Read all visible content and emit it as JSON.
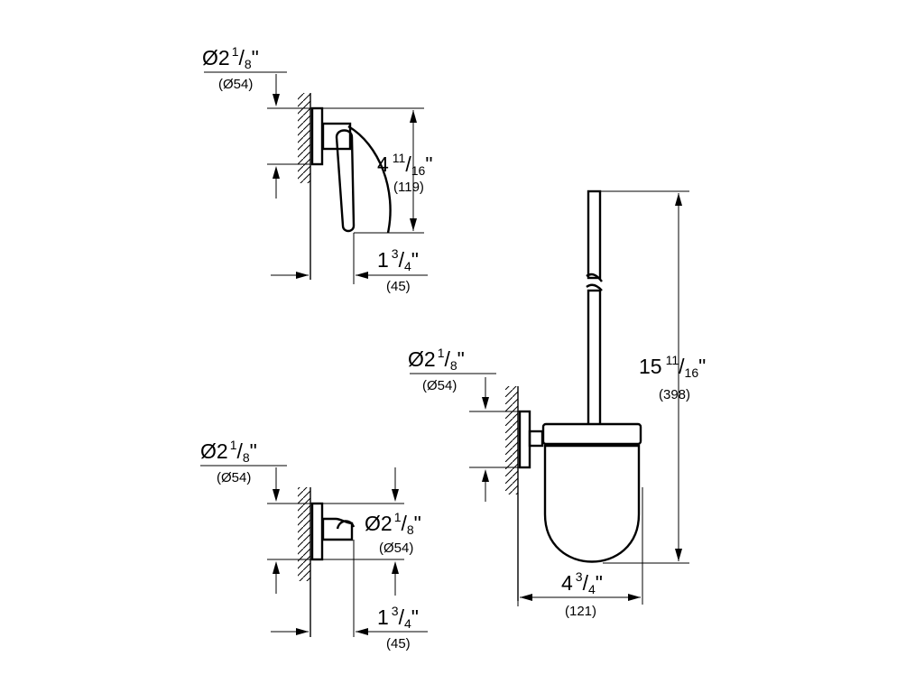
{
  "dimensions": {
    "paper_holder": {
      "diameter": {
        "main": "Ø2",
        "num": "1",
        "den": "8",
        "unit": "\"",
        "mm": "(Ø54)"
      },
      "height": {
        "main": "4",
        "num": "11",
        "den": "16",
        "unit": "\"",
        "mm": "(119)"
      },
      "projection": {
        "main": "1",
        "num": "3",
        "den": "4",
        "unit": "\"",
        "mm": "(45)"
      }
    },
    "robe_hook": {
      "diameter": {
        "main": "Ø2",
        "num": "1",
        "den": "8",
        "unit": "\"",
        "mm": "(Ø54)"
      },
      "hook_diameter": {
        "main": "Ø2",
        "num": "1",
        "den": "8",
        "unit": "\"",
        "mm": "(Ø54)"
      },
      "projection": {
        "main": "1",
        "num": "3",
        "den": "4",
        "unit": "\"",
        "mm": "(45)"
      }
    },
    "toilet_brush": {
      "diameter": {
        "main": "Ø2",
        "num": "1",
        "den": "8",
        "unit": "\"",
        "mm": "(Ø54)"
      },
      "height": {
        "main": "15",
        "num": "11",
        "den": "16",
        "unit": "\"",
        "mm": "(398)"
      },
      "width": {
        "main": "4",
        "num": "3",
        "den": "4",
        "unit": "\"",
        "mm": "(121)"
      }
    }
  }
}
